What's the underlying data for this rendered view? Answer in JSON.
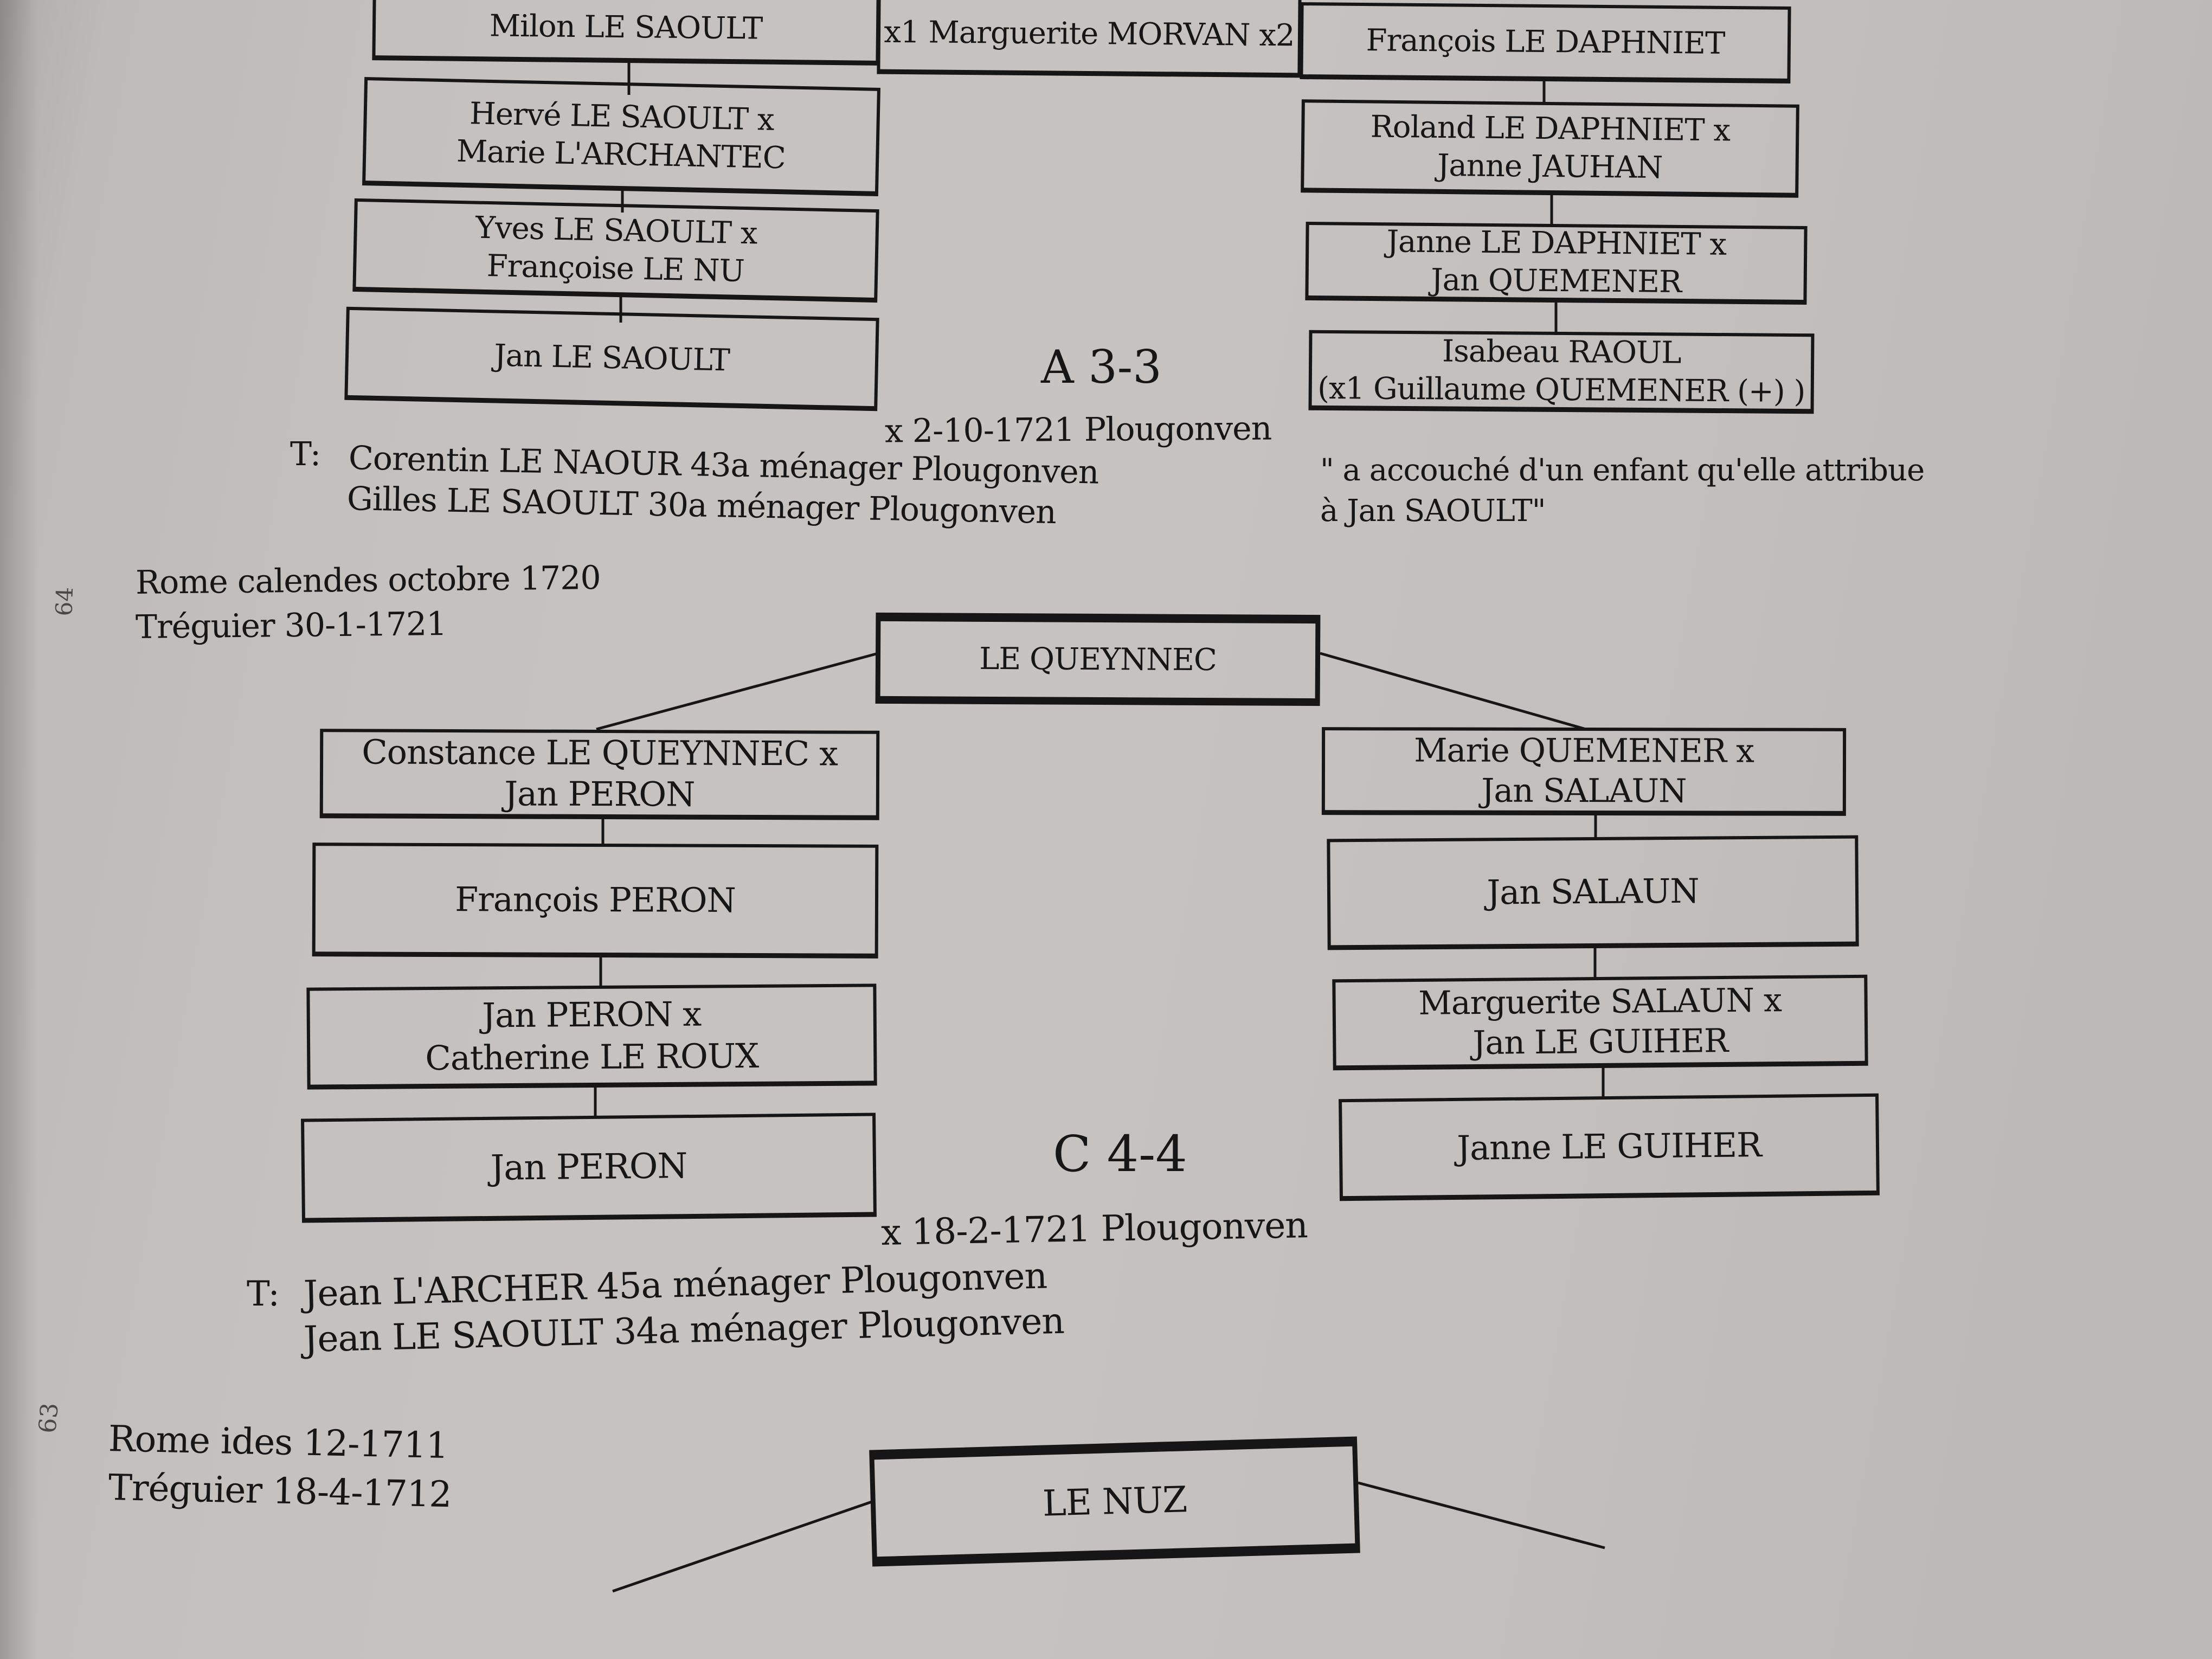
{
  "section_a": {
    "top_row": {
      "left_ancestor": "Milon LE SAOULT",
      "common_ancestor": "x1 Marguerite MORVAN x2",
      "right_ancestor": "François LE DAPHNIET"
    },
    "left_branch": [
      {
        "lines": [
          "Hervé LE SAOULT x",
          "Marie L'ARCHANTEC"
        ]
      },
      {
        "lines": [
          "Yves LE SAOULT x",
          "Françoise LE NU"
        ]
      },
      {
        "lines": [
          "Jan LE SAOULT"
        ]
      }
    ],
    "right_branch": [
      {
        "lines": [
          "Roland LE DAPHNIET x",
          "Janne JAUHAN"
        ]
      },
      {
        "lines": [
          "Janne LE DAPHNIET x",
          "Jan QUEMENER"
        ]
      },
      {
        "lines": [
          "Isabeau RAOUL",
          "(x1 Guillaume QUEMENER (+) )"
        ]
      }
    ],
    "degree_code": "A 3-3",
    "marriage": "x 2-10-1721 Plougonven",
    "witnesses_label": "T:",
    "witnesses": [
      "Corentin LE NAOUR 43a ménager Plougonven",
      "Gilles LE SAOULT 30a ménager Plougonven"
    ],
    "note": [
      "\" a accouché d'un enfant qu'elle attribue",
      "à Jan SAOULT\""
    ]
  },
  "section_c": {
    "margin_number": "64",
    "dispensation": [
      "Rome calendes octobre 1720",
      "Tréguier 30-1-1721"
    ],
    "root": "LE QUEYNNEC",
    "left_branch": [
      {
        "lines": [
          "Constance LE QUEYNNEC x",
          "Jan PERON"
        ]
      },
      {
        "lines": [
          "François PERON"
        ]
      },
      {
        "lines": [
          "Jan PERON x",
          "Catherine LE ROUX"
        ]
      },
      {
        "lines": [
          "Jan PERON"
        ]
      }
    ],
    "right_branch": [
      {
        "lines": [
          "Marie QUEMENER x",
          "Jan SALAUN"
        ]
      },
      {
        "lines": [
          "Jan SALAUN"
        ]
      },
      {
        "lines": [
          "Marguerite SALAUN x",
          "Jan LE GUIHER"
        ]
      },
      {
        "lines": [
          "Janne LE GUIHER"
        ]
      }
    ],
    "degree_code": "C 4-4",
    "marriage": "x 18-2-1721 Plougonven",
    "witnesses_label": "T:",
    "witnesses": [
      "Jean L'ARCHER 45a ménager Plougonven",
      "Jean LE SAOULT 34a ménager Plougonven"
    ]
  },
  "section_next": {
    "margin_number": "63",
    "dispensation": [
      "Rome ides 12-1711",
      "Tréguier 18-4-1712"
    ],
    "root": "LE NUZ"
  }
}
